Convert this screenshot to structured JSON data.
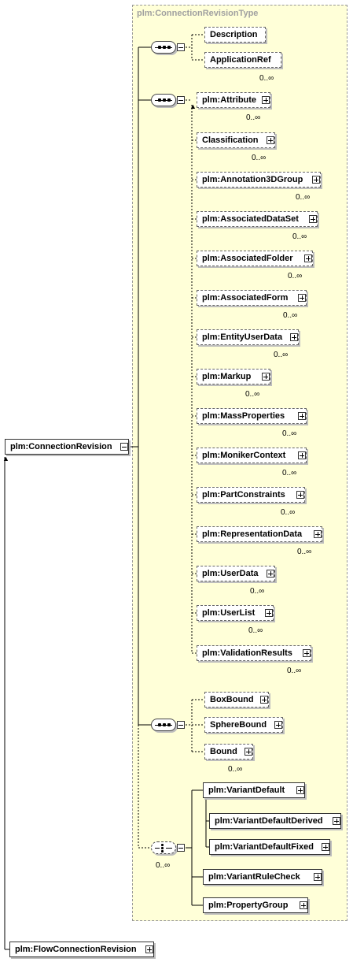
{
  "type_name": "plm:ConnectionRevisionType",
  "root_element": "plm:ConnectionRevision",
  "bottom_element": "plm:FlowConnectionRevision",
  "seq1": {
    "elements": [
      {
        "label": "Description",
        "occurs": ""
      },
      {
        "label": "ApplicationRef",
        "occurs": "0..∞"
      }
    ]
  },
  "seq2": {
    "elements": [
      {
        "label": "plm:Attribute",
        "occurs": "0..∞"
      },
      {
        "label": "Classification",
        "occurs": "0..∞"
      },
      {
        "label": "plm:Annotation3DGroup",
        "occurs": "0..∞"
      },
      {
        "label": "plm:AssociatedDataSet",
        "occurs": "0..∞"
      },
      {
        "label": "plm:AssociatedFolder",
        "occurs": "0..∞"
      },
      {
        "label": "plm:AssociatedForm",
        "occurs": "0..∞"
      },
      {
        "label": "plm:EntityUserData",
        "occurs": "0..∞"
      },
      {
        "label": "plm:Markup",
        "occurs": "0..∞"
      },
      {
        "label": "plm:MassProperties",
        "occurs": "0..∞"
      },
      {
        "label": "plm:MonikerContext",
        "occurs": "0..∞"
      },
      {
        "label": "plm:PartConstraints",
        "occurs": "0..∞"
      },
      {
        "label": "plm:RepresentationData",
        "occurs": "0..∞"
      },
      {
        "label": "plm:UserData",
        "occurs": "0..∞"
      },
      {
        "label": "plm:UserList",
        "occurs": "0..∞"
      },
      {
        "label": "plm:ValidationResults",
        "occurs": "0..∞"
      }
    ]
  },
  "seq3": {
    "elements": [
      {
        "label": "BoxBound",
        "occurs": ""
      },
      {
        "label": "SphereBound",
        "occurs": ""
      },
      {
        "label": "Bound",
        "occurs": "0..∞"
      }
    ]
  },
  "choice": {
    "occurs": "0..∞",
    "elements": [
      {
        "label": "plm:VariantDefault"
      },
      {
        "label": "plm:VariantDefaultDerived"
      },
      {
        "label": "plm:VariantDefaultFixed"
      },
      {
        "label": "plm:VariantRuleCheck"
      },
      {
        "label": "plm:PropertyGroup"
      }
    ]
  }
}
